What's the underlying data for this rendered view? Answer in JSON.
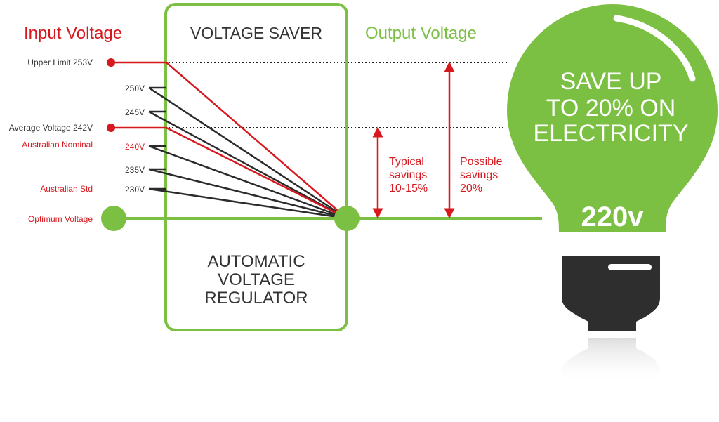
{
  "headings": {
    "input": "Input Voltage",
    "saver": "VOLTAGE SAVER",
    "output": "Output Voltage"
  },
  "regulator": [
    "AUTOMATIC",
    "VOLTAGE",
    "REGULATOR"
  ],
  "input_levels": [
    {
      "label": "Upper Limit 253V",
      "style": "red-dot"
    },
    {
      "label": "250V",
      "style": "tick"
    },
    {
      "label": "245V",
      "style": "tick"
    },
    {
      "label": "Average Voltage 242V",
      "style": "red-dot"
    },
    {
      "label": "240V",
      "style": "tick"
    },
    {
      "label": "235V",
      "style": "tick"
    },
    {
      "label": "230V",
      "style": "tick"
    },
    {
      "label": "Optimum Voltage",
      "style": "green-dot"
    }
  ],
  "standards": {
    "nominal": "Australian Nominal",
    "std": "Australian Std"
  },
  "savings": {
    "typical": [
      "Typical",
      "savings",
      "10-15%"
    ],
    "possible": [
      "Possible",
      "savings",
      "20%"
    ]
  },
  "bulb": {
    "headline": [
      "SAVE UP",
      "TO 20% ON",
      "ELECTRICITY"
    ],
    "voltage": "220v"
  },
  "colors": {
    "green": "#7bc043",
    "red": "#d7191f",
    "dark": "#2b2b2b",
    "gray": "#333333"
  }
}
